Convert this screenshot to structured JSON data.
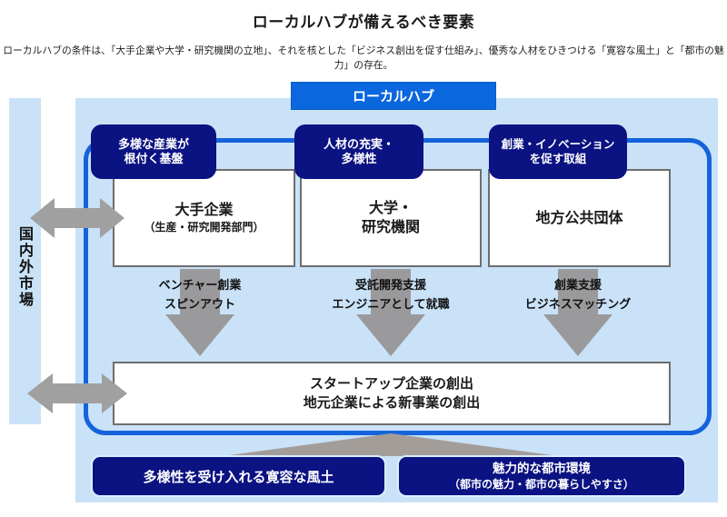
{
  "page": {
    "title": "ローカルハブが備えるべき要素",
    "subtitle": "ローカルハブの条件は、「大手企業や大学・研究機関の立地」、それを核とした「ビジネス創出を促す仕組み」、優秀な人材をひきつける「寛容な風土」と「都市の魅力」の存在。"
  },
  "hub": {
    "label": "ローカルハブ"
  },
  "market": {
    "label": "国内外市場"
  },
  "columns": [
    {
      "badge_line1": "多様な産業が",
      "badge_line2": "根付く基盤",
      "box_line1": "大手企業",
      "box_line2": "（生産・研究開発部門）",
      "flow_line1": "ベンチャー創業",
      "flow_line2": "スピンアウト"
    },
    {
      "badge_line1": "人材の充実・",
      "badge_line2": "多様性",
      "box_line1": "大学・",
      "box_line2": "研究機関",
      "flow_line1": "受託開発支援",
      "flow_line2": "エンジニアとして就職"
    },
    {
      "badge_line1": "創業・イノベーション",
      "badge_line2": "を促す取組",
      "box_line1": "地方公共団体",
      "box_line2": "",
      "flow_line1": "創業支援",
      "flow_line2": "ビジネスマッチング"
    }
  ],
  "outcome": {
    "line1": "スタートアップ企業の創出",
    "line2": "地元企業による新事業の創出"
  },
  "foundations": [
    {
      "line1": "多様性を受け入れる寛容な風土",
      "line2": ""
    },
    {
      "line1": "魅力的な都市環境",
      "line2": "（都市の魅力・都市の暮らしやすさ）"
    }
  ],
  "icons": {
    "double_arrow": "left-right double arrow",
    "down_arrow": "downward block arrow",
    "up_triangle": "upward triangle connector"
  },
  "colors": {
    "accent_blue": "#0a67de",
    "frame_blue": "#1563dc",
    "navy": "#0b1282",
    "panel_light_blue": "#c9e2f8",
    "arrow_gray": "#a0a0a0",
    "box_border_gray": "#6e6e6e"
  }
}
